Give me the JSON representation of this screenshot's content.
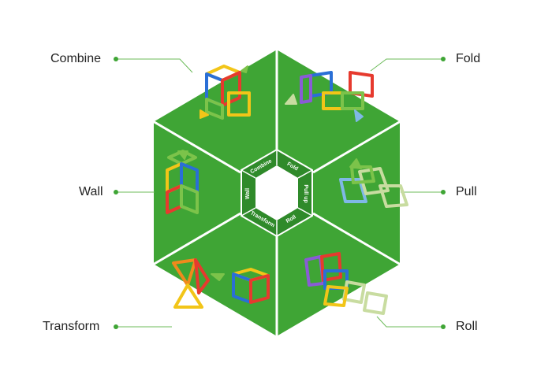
{
  "labels": {
    "combine": "Combine",
    "fold": "Fold",
    "wall": "Wall",
    "pull": "Pull",
    "transform": "Transform",
    "roll": "Roll"
  },
  "hub": {
    "combine": "Combine",
    "fold": "Fold",
    "wall": "Wall",
    "pull": "Pull up",
    "transform": "Transform",
    "roll": "Roll"
  },
  "colors": {
    "hexagon": "#3fa535",
    "hexagon_dark": "#2f8a2a",
    "divider": "#ffffff",
    "connector": "#6cbb5a",
    "dot": "#3fa535",
    "label_text": "#222222",
    "piece_red": "#e63a2e",
    "piece_blue": "#2a6fd6",
    "piece_yellow": "#f2c518",
    "piece_orange": "#f08a1c",
    "piece_green": "#7cc34a",
    "piece_purple": "#8a5bd6"
  }
}
